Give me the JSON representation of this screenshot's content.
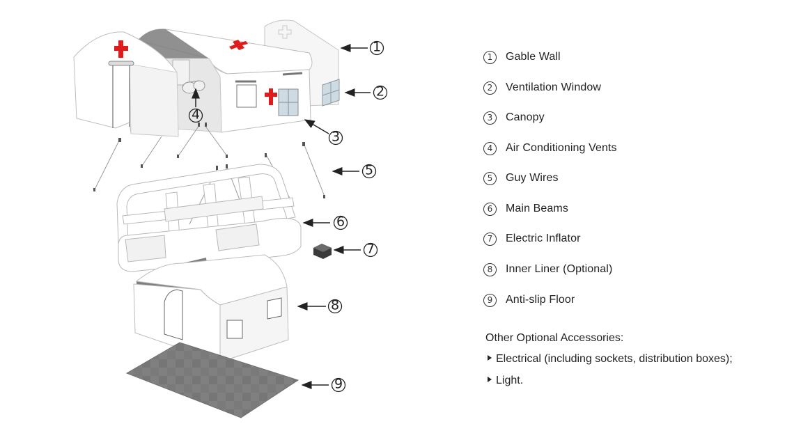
{
  "legend": [
    {
      "num": "1",
      "label": "Gable Wall"
    },
    {
      "num": "2",
      "label": "Ventilation Window"
    },
    {
      "num": "3",
      "label": "Canopy"
    },
    {
      "num": "4",
      "label": "Air Conditioning Vents"
    },
    {
      "num": "5",
      "label": "Guy Wires"
    },
    {
      "num": "6",
      "label": "Main Beams"
    },
    {
      "num": "7",
      "label": "Electric Inflator"
    },
    {
      "num": "8",
      "label": "Inner Liner (Optional)"
    },
    {
      "num": "9",
      "label": "Anti-slip Floor"
    }
  ],
  "accessories": {
    "title": "Other Optional Accessories:",
    "items": [
      "Electrical (including sockets, distribution boxes);",
      "Light."
    ]
  },
  "colors": {
    "cross": "#e01b1b",
    "tent": "#ffffff",
    "shade": "#d8d8d8",
    "floor": "#7d7d7d",
    "window": "#cfdbe3"
  }
}
